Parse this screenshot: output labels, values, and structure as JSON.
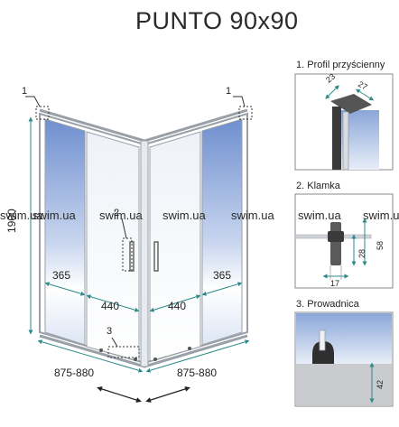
{
  "title": "PUNTO 90x90",
  "watermarks": [
    "swim.ua",
    "swim.ua",
    "swim.ua",
    "swim.ua",
    "swim.ua",
    "swim.ua",
    "swim.ua"
  ],
  "main": {
    "callouts": [
      "1",
      "1",
      "2",
      "3"
    ],
    "height": "1900",
    "dims": {
      "left_panel": "365",
      "left_door": "440",
      "right_door": "440",
      "right_panel": "365",
      "left_width": "875-880",
      "right_width": "875-880"
    }
  },
  "details": {
    "profile": {
      "title": "1. Profil przyścienny",
      "dim_a": "23",
      "dim_b": "27"
    },
    "handle": {
      "title": "2. Klamka",
      "dim_height": "58",
      "dim_mid": "28",
      "dim_bottom": "17"
    },
    "guide": {
      "title": "3. Prowadnica",
      "dim_height": "42"
    }
  },
  "colors": {
    "glass": "#7a9bd0",
    "frame": "#9aa0a8",
    "dim_line": "#2d8a8a"
  }
}
